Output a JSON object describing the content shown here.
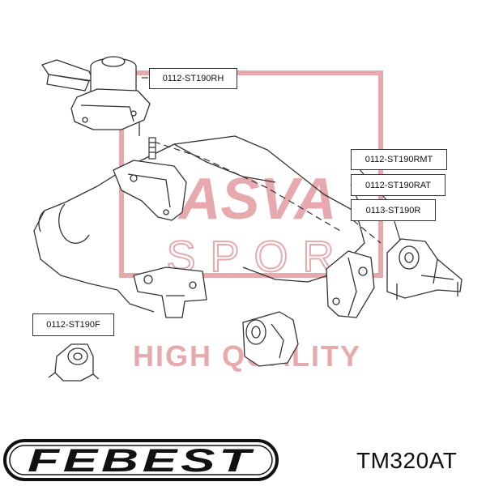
{
  "watermark": {
    "brand_letters": "ASVA",
    "sub_letters": "SPOR",
    "tagline": "HIGH QUALITY",
    "color": "#e7a9ad"
  },
  "callouts": {
    "rh": "0112-ST190RH",
    "rmt": "0112-ST190RMT",
    "rat": "0112-ST190RAT",
    "r": "0113-ST190R",
    "f": "0112-ST190F"
  },
  "brand": {
    "logo_text": "FEBEST",
    "logo_color": "#111111"
  },
  "part_number": "TM320AT",
  "line_color": "#333333"
}
